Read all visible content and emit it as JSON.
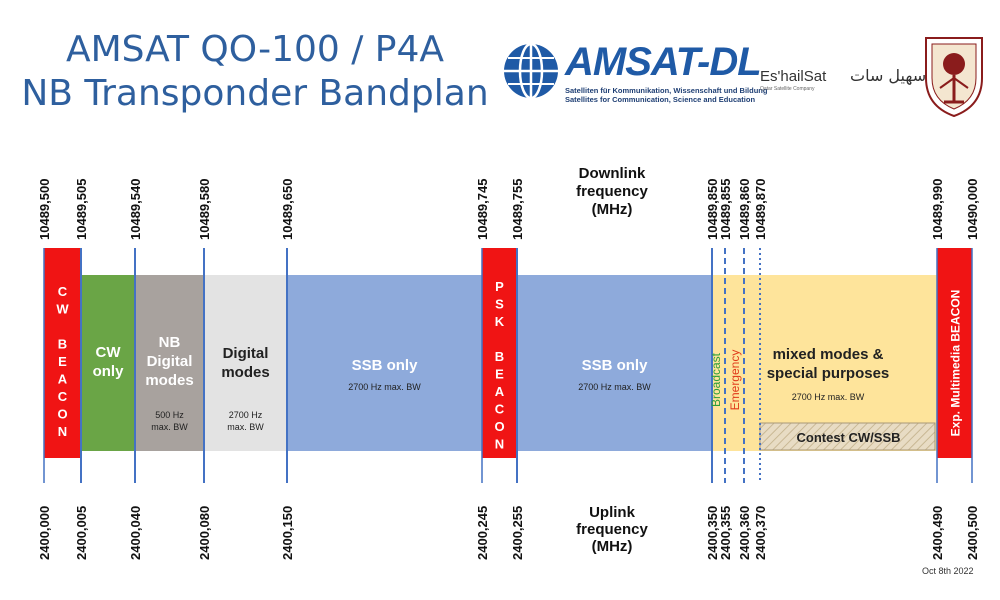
{
  "title": {
    "line1": "AMSAT QO-100 / P4A",
    "line2": "NB Transponder Bandplan"
  },
  "logos": {
    "amsat": {
      "text": "AMSAT-DL",
      "sub1": "Satelliten für Kommunikation, Wissenschaft und Bildung",
      "sub2": "Satellites for Communication, Science and Education"
    },
    "eshailsat": {
      "text": "Es'hailSat",
      "arabic": "سهيل سات",
      "sub": "Qatar Satellite Company"
    }
  },
  "downlink_label": [
    "Downlink",
    "frequency",
    "(MHz)"
  ],
  "uplink_label": [
    "Uplink",
    "frequency",
    "(MHz)"
  ],
  "date": "Oct 8th 2022",
  "colors": {
    "beacon": "#f01414",
    "cw": "#6aa546",
    "nb_digital": "#a8a29e",
    "digital": "#e3e3e3",
    "ssb": "#8eaadb",
    "mixed": "#fee49b",
    "boundary": "#4472c4",
    "contest": "#e8dcc4"
  },
  "chart_data": {
    "type": "bandplan",
    "boundaries": [
      {
        "downlink": "10489,500",
        "uplink": "2400,000"
      },
      {
        "downlink": "10489,505",
        "uplink": "2400,005"
      },
      {
        "downlink": "10489,540",
        "uplink": "2400,040"
      },
      {
        "downlink": "10489,580",
        "uplink": "2400,080"
      },
      {
        "downlink": "10489,650",
        "uplink": "2400,150"
      },
      {
        "downlink": "10489,745",
        "uplink": "2400,245"
      },
      {
        "downlink": "10489,755",
        "uplink": "2400,255"
      },
      {
        "downlink": "10489,850",
        "uplink": "2400,350"
      },
      {
        "downlink": "10489,855",
        "uplink": "2400,355"
      },
      {
        "downlink": "10489,860",
        "uplink": "2400,360"
      },
      {
        "downlink": "10489,870",
        "uplink": "2400,370"
      },
      {
        "downlink": "10489,990",
        "uplink": "2400,490"
      },
      {
        "downlink": "10490,000",
        "uplink": "2400,500"
      }
    ],
    "segments": [
      {
        "from": 0,
        "to": 5,
        "kind": "beacon",
        "lines": [
          "C",
          "W",
          "",
          "B",
          "E",
          "A",
          "C",
          "O",
          "N"
        ],
        "note": ""
      },
      {
        "from": 5,
        "to": 40,
        "kind": "cw",
        "lines": [
          "CW",
          "only"
        ],
        "note": ""
      },
      {
        "from": 40,
        "to": 80,
        "kind": "nb_digital",
        "lines": [
          "NB",
          "Digital",
          "modes"
        ],
        "note": "500 Hz max. BW"
      },
      {
        "from": 80,
        "to": 150,
        "kind": "digital",
        "lines": [
          "Digital",
          "modes"
        ],
        "note": "2700 Hz max. BW"
      },
      {
        "from": 150,
        "to": 245,
        "kind": "ssb",
        "lines": [
          "SSB only"
        ],
        "note": "2700 Hz max. BW"
      },
      {
        "from": 245,
        "to": 255,
        "kind": "beacon",
        "lines": [
          "P",
          "S",
          "K",
          "",
          "B",
          "E",
          "A",
          "C",
          "O",
          "N"
        ],
        "note": ""
      },
      {
        "from": 255,
        "to": 350,
        "kind": "ssb",
        "lines": [
          "SSB only"
        ],
        "note": "2700 Hz max. BW"
      },
      {
        "from": 350,
        "to": 490,
        "kind": "mixed",
        "lines": [
          "mixed modes &",
          "special purposes"
        ],
        "note": "2700 Hz max. BW"
      },
      {
        "from": 490,
        "to": 500,
        "kind": "beacon",
        "lines": [
          "Exp. Multimedia BEACON"
        ],
        "note": ""
      }
    ],
    "markers": [
      {
        "at": 355,
        "label": "Broadcast",
        "label_color": "#2e9e3a",
        "style": "dashed"
      },
      {
        "at": 360,
        "label": "Emergency",
        "label_color": "#e03a1a",
        "style": "dashed"
      },
      {
        "at": 370,
        "label": "",
        "label_color": "",
        "style": "dotted"
      }
    ],
    "sub_band": {
      "from": 370,
      "to": 490,
      "label": "Contest CW/SSB"
    }
  }
}
